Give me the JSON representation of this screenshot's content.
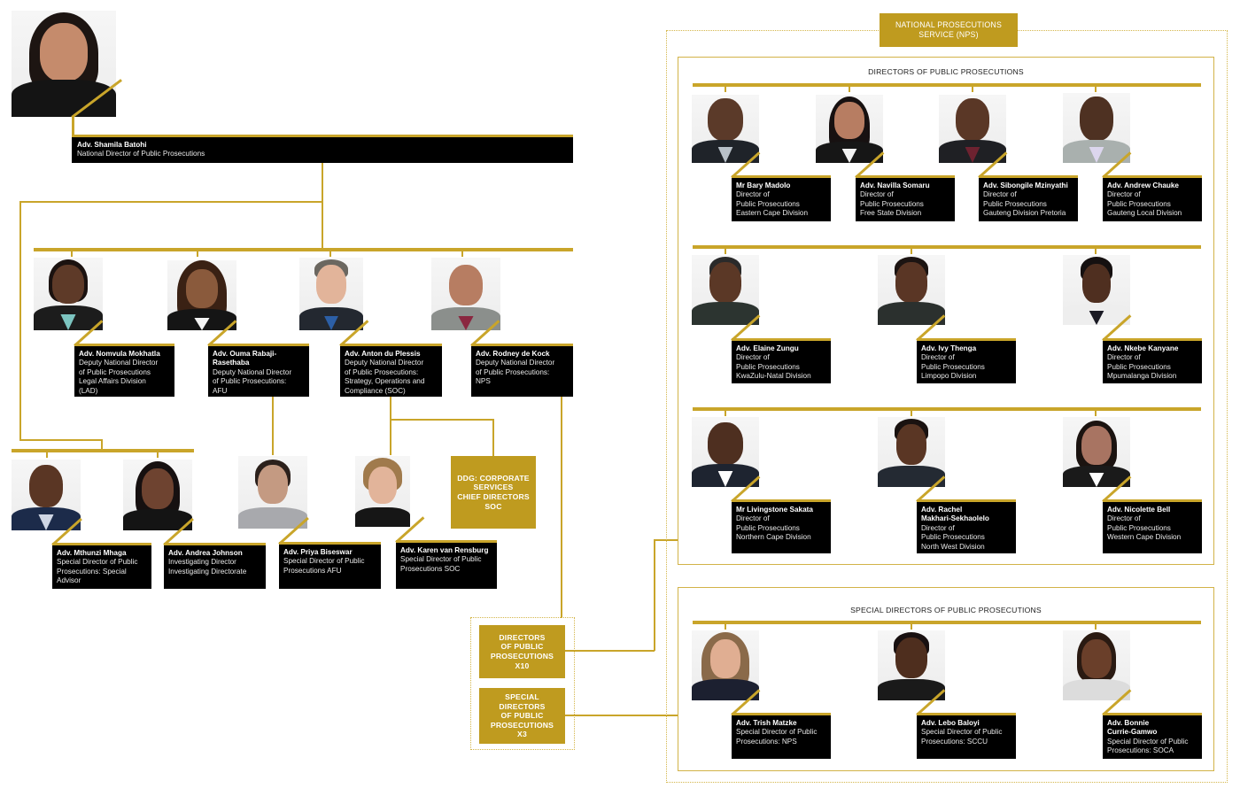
{
  "colors": {
    "gold": "#c9a52a",
    "gold_box": "#bf9b1f",
    "card_bg": "#000000",
    "card_text": "#ffffff"
  },
  "ndpp": {
    "name": "Adv. Shamila Batohi",
    "role": "National Director of Public Prosecutions"
  },
  "deputies": [
    {
      "name": "Adv. Nomvula Mokhatla",
      "role": "Deputy National Director\nof Public Prosecutions\nLegal Affairs Division\n(LAD)"
    },
    {
      "name": "Adv. Ouma Rabaji-\nRasethaba",
      "role": "Deputy National Director\nof Public Prosecutions:\nAFU"
    },
    {
      "name": "Adv. Anton du Plessis",
      "role": "Deputy National Director\nof Public Prosecutions:\nStrategy, Operations and\nCompliance (SOC)"
    },
    {
      "name": "Adv. Rodney de Kock",
      "role": "Deputy National Director\nof Public Prosecutions:\nNPS"
    }
  ],
  "specials_left": [
    {
      "name": "Adv. Mthunzi Mhaga",
      "role": "Special Director of Public\nProsecutions: Special\nAdvisor"
    },
    {
      "name": "Adv. Andrea Johnson",
      "role": "Investigating Director\nInvestigating Directorate"
    },
    {
      "name": "Adv. Priya Biseswar",
      "role": "Special Director of Public\nProsecutions AFU"
    },
    {
      "name": "Adv. Karen van Rensburg",
      "role": "Special Director of Public\nProsecutions SOC"
    }
  ],
  "boxes": {
    "ddg": "DDG: CORPORATE\nSERVICES\nCHIEF DIRECTORS\nSOC",
    "dpp_count": "DIRECTORS\nOF PUBLIC\nPROSECUTIONS\nX10",
    "sdpp_count": "SPECIAL\nDIRECTORS\nOF PUBLIC\nPROSECUTIONS\nX3",
    "nps": "NATIONAL PROSECUTIONS\nSERVICE (NPS)"
  },
  "dpp_panel": {
    "title": "DIRECTORS OF PUBLIC PROSECUTIONS",
    "row1": [
      {
        "name": "Mr Bary Madolo",
        "role": "Director of\nPublic Prosecutions\nEastern Cape Division"
      },
      {
        "name": "Adv. Navilla Somaru",
        "role": "Director of\nPublic Prosecutions\nFree State Division"
      },
      {
        "name": "Adv. Sibongile Mzinyathi",
        "role": "Director of\nPublic Prosecutions\nGauteng Division Pretoria"
      },
      {
        "name": "Adv. Andrew Chauke",
        "role": "Director of\nPublic Prosecutions\nGauteng Local Division"
      }
    ],
    "row2": [
      {
        "name": "Adv. Elaine Zungu",
        "role": "Director of\nPublic Prosecutions\nKwaZulu-Natal Division"
      },
      {
        "name": "Adv. Ivy Thenga",
        "role": "Director of\nPublic Prosecutions\nLimpopo Division"
      },
      {
        "name": "Adv. Nkebe Kanyane",
        "role": "Director of\nPublic Prosecutions\nMpumalanga Division"
      }
    ],
    "row3": [
      {
        "name": "Mr Livingstone Sakata",
        "role": "Director of\nPublic Prosecutions\nNorthern Cape Division"
      },
      {
        "name": "Adv. Rachel\nMakhari-Sekhaolelo",
        "role": "Director of\nPublic Prosecutions\nNorth West Division"
      },
      {
        "name": "Adv. Nicolette Bell",
        "role": "Director of\nPublic Prosecutions\nWestern Cape Division"
      }
    ]
  },
  "sdpp_panel": {
    "title": "SPECIAL DIRECTORS OF PUBLIC PROSECUTIONS",
    "members": [
      {
        "name": "Adv. Trish Matzke",
        "role": "Special Director of Public\nProsecutions: NPS"
      },
      {
        "name": "Adv. Lebo Baloyi",
        "role": "Special Director of Public\nProsecutions: SCCU"
      },
      {
        "name": "Adv. Bonnie\nCurrie-Gamwo",
        "role": "Special Director of Public\nProsecutions: SOCA"
      }
    ]
  }
}
